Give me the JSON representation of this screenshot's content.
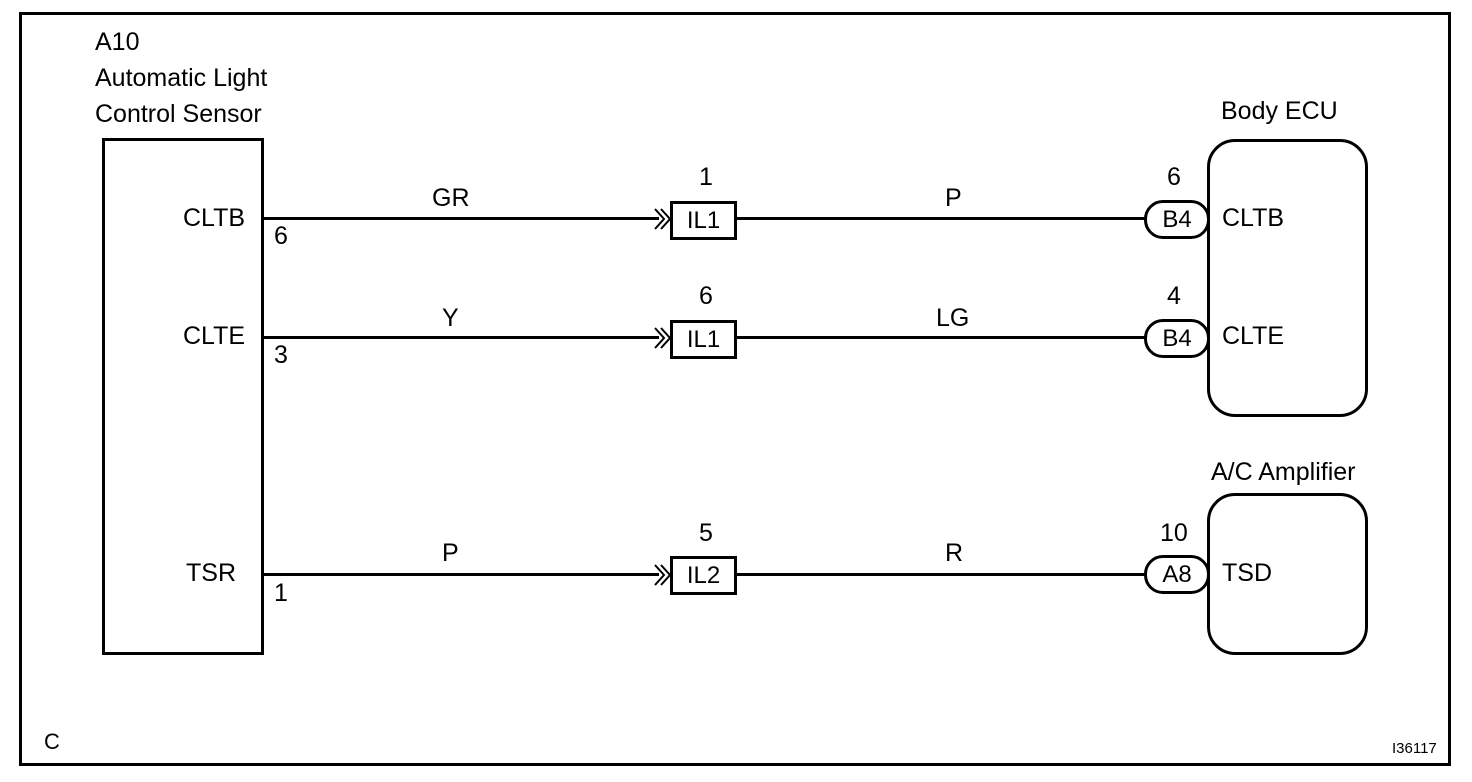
{
  "sensor": {
    "code": "A10",
    "name_line1": "Automatic Light",
    "name_line2": "Control Sensor",
    "terminals": [
      {
        "name": "CLTB",
        "pin": "6"
      },
      {
        "name": "CLTE",
        "pin": "3"
      },
      {
        "name": "TSR",
        "pin": "1"
      }
    ]
  },
  "wires": [
    {
      "left_color": "GR",
      "connector": "IL1",
      "connector_pin": "1",
      "right_color": "P",
      "ecu_connector": "B4",
      "ecu_pin": "6",
      "ecu_terminal": "CLTB"
    },
    {
      "left_color": "Y",
      "connector": "IL1",
      "connector_pin": "6",
      "right_color": "LG",
      "ecu_connector": "B4",
      "ecu_pin": "4",
      "ecu_terminal": "CLTE"
    },
    {
      "left_color": "P",
      "connector": "IL2",
      "connector_pin": "5",
      "right_color": "R",
      "ecu_connector": "A8",
      "ecu_pin": "10",
      "ecu_terminal": "TSD"
    }
  ],
  "body_ecu": {
    "title": "Body ECU"
  },
  "ac_amplifier": {
    "title": "A/C Amplifier"
  },
  "footer": {
    "corner_letter": "C",
    "figure_id": "I36117"
  }
}
